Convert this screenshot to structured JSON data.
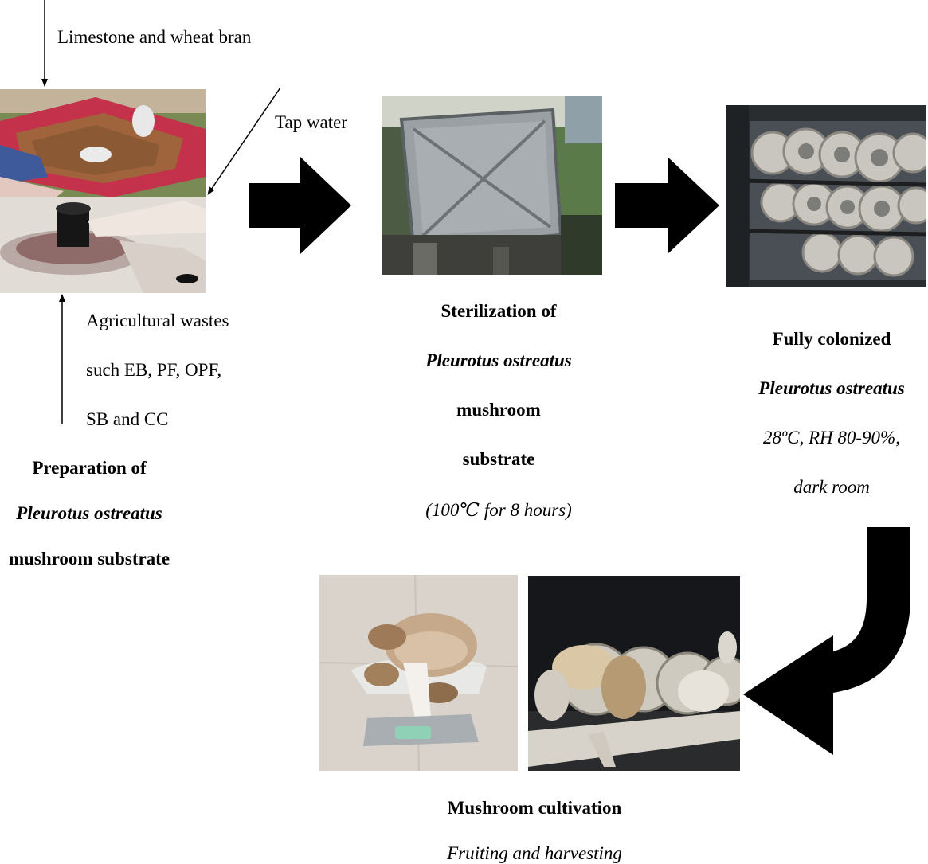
{
  "inputs": {
    "limestone": "Limestone and wheat bran",
    "water": "Tap water",
    "wastes_line1": "Agricultural wastes",
    "wastes_line2": "such EB, PF, OPF,",
    "wastes_line3": "SB and CC"
  },
  "steps": [
    {
      "lines": [
        "Preparation of",
        "Pleurotus ostreatus",
        "mushroom substrate"
      ]
    },
    {
      "lines": [
        "Sterilization of",
        "Pleurotus ostreatus",
        "mushroom",
        "substrate",
        "(100℃ for 8 hours)"
      ]
    },
    {
      "lines": [
        "Fully colonized",
        "Pleurotus ostreatus",
        "28ºC, RH 80-90%,",
        "dark room"
      ]
    },
    {
      "lines": [
        "Mushroom cultivation",
        "Fruiting and harvesting"
      ]
    }
  ],
  "colors": {
    "arrow": "#000000",
    "line": "#000000"
  }
}
